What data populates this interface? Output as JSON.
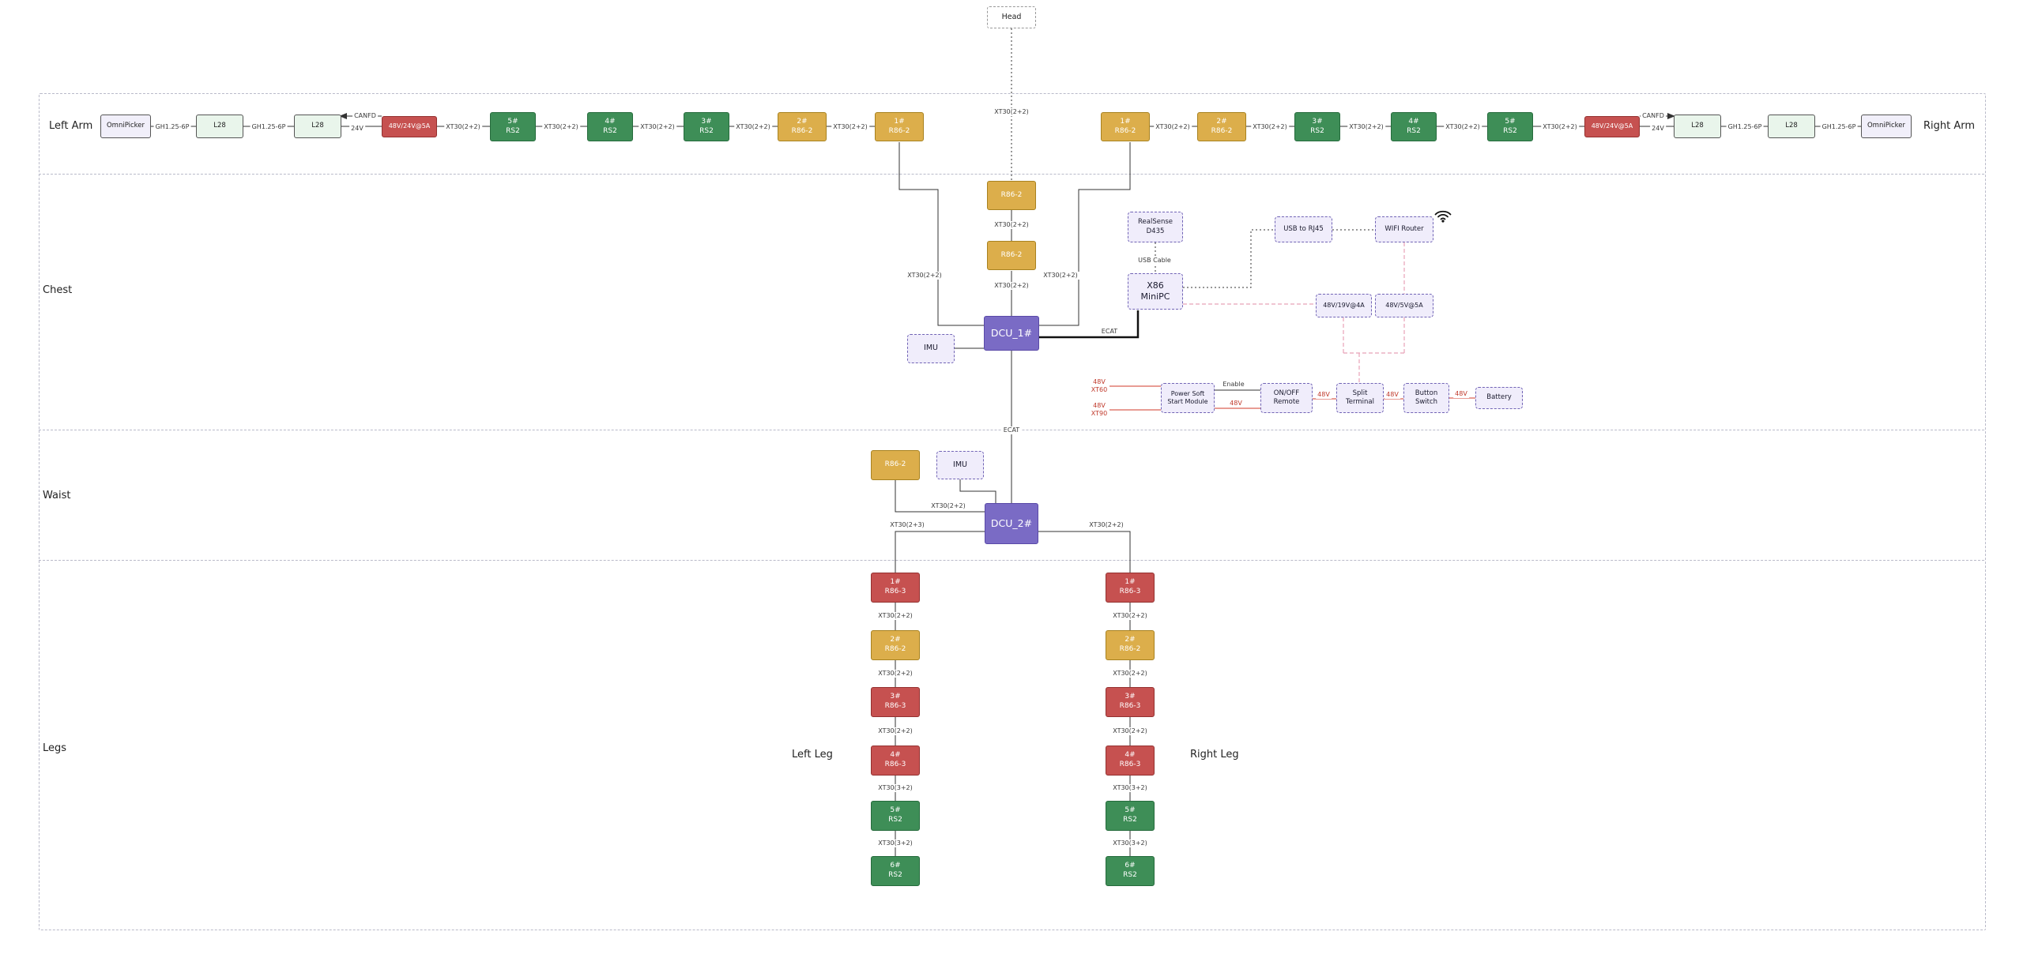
{
  "head": {
    "label": "Head",
    "connector": "XT30(2+2)"
  },
  "section_labels": {
    "left_arm": "Left Arm",
    "right_arm": "Right Arm",
    "chest": "Chest",
    "waist": "Waist",
    "legs": "Legs",
    "left_leg": "Left Leg",
    "right_leg": "Right Leg"
  },
  "common": {
    "xt30_22": "XT30(2+2)",
    "xt30_32": "XT30(3+2)",
    "xt30_23": "XT30(2+3)",
    "gh125_6p": "GH1.25-6P",
    "canfd": "CANFD",
    "v24": "24V",
    "v48": "48V",
    "psu_arm": "48V/24V@5A",
    "l28": "L28",
    "gripper": "OmniPicker",
    "imu": "IMU",
    "r86_2": "R86-2",
    "ecat": "ECAT"
  },
  "motors": {
    "m1": {
      "l1": "1#",
      "l2": "R86-2"
    },
    "m2": {
      "l1": "2#",
      "l2": "R86-2"
    },
    "m3": {
      "l1": "3#",
      "l2": "RS2"
    },
    "m4": {
      "l1": "4#",
      "l2": "RS2"
    },
    "m5": {
      "l1": "5#",
      "l2": "RS2"
    }
  },
  "leg_motors": {
    "m1": {
      "l1": "1#",
      "l2": "R86-3"
    },
    "m2": {
      "l1": "2#",
      "l2": "R86-2"
    },
    "m3": {
      "l1": "3#",
      "l2": "R86-3"
    },
    "m4": {
      "l1": "4#",
      "l2": "R86-3"
    },
    "m5": {
      "l1": "5#",
      "l2": "RS2"
    },
    "m6": {
      "l1": "6#",
      "l2": "RS2"
    }
  },
  "chest": {
    "dcu": "DCU_1#",
    "realsense": {
      "l1": "RealSense",
      "l2": "D435"
    },
    "usb_cable": "USB Cable",
    "minipc": {
      "l1": "X86",
      "l2": "MiniPC"
    },
    "usb_rj45": "USB to RJ45",
    "wifi_router": "WIFI Router",
    "conv_19v": "48V/19V@4A",
    "conv_5v": "48V/5V@5A",
    "psm": {
      "l1": "Power Soft",
      "l2": "Start Module"
    },
    "remote": {
      "l1": "ON/OFF",
      "l2": "Remote"
    },
    "split": {
      "l1": "Split",
      "l2": "Terminal"
    },
    "button": {
      "l1": "Button",
      "l2": "Switch"
    },
    "battery": "Battery",
    "xt60": {
      "l1": "48V",
      "l2": "XT60"
    },
    "xt90": {
      "l1": "48V",
      "l2": "XT90"
    },
    "enable": "Enable"
  },
  "waist": {
    "dcu": "DCU_2#"
  },
  "colors": {
    "gold": "#DCAE4B",
    "green": "#3E8E57",
    "red": "#C65150",
    "purple": "#7A6BC5",
    "pale_lavender": "#F0EDFB",
    "pale_green": "#E9F5EB",
    "power_line_red": "#D96055",
    "power_line_pink": "#E8A2B8"
  }
}
